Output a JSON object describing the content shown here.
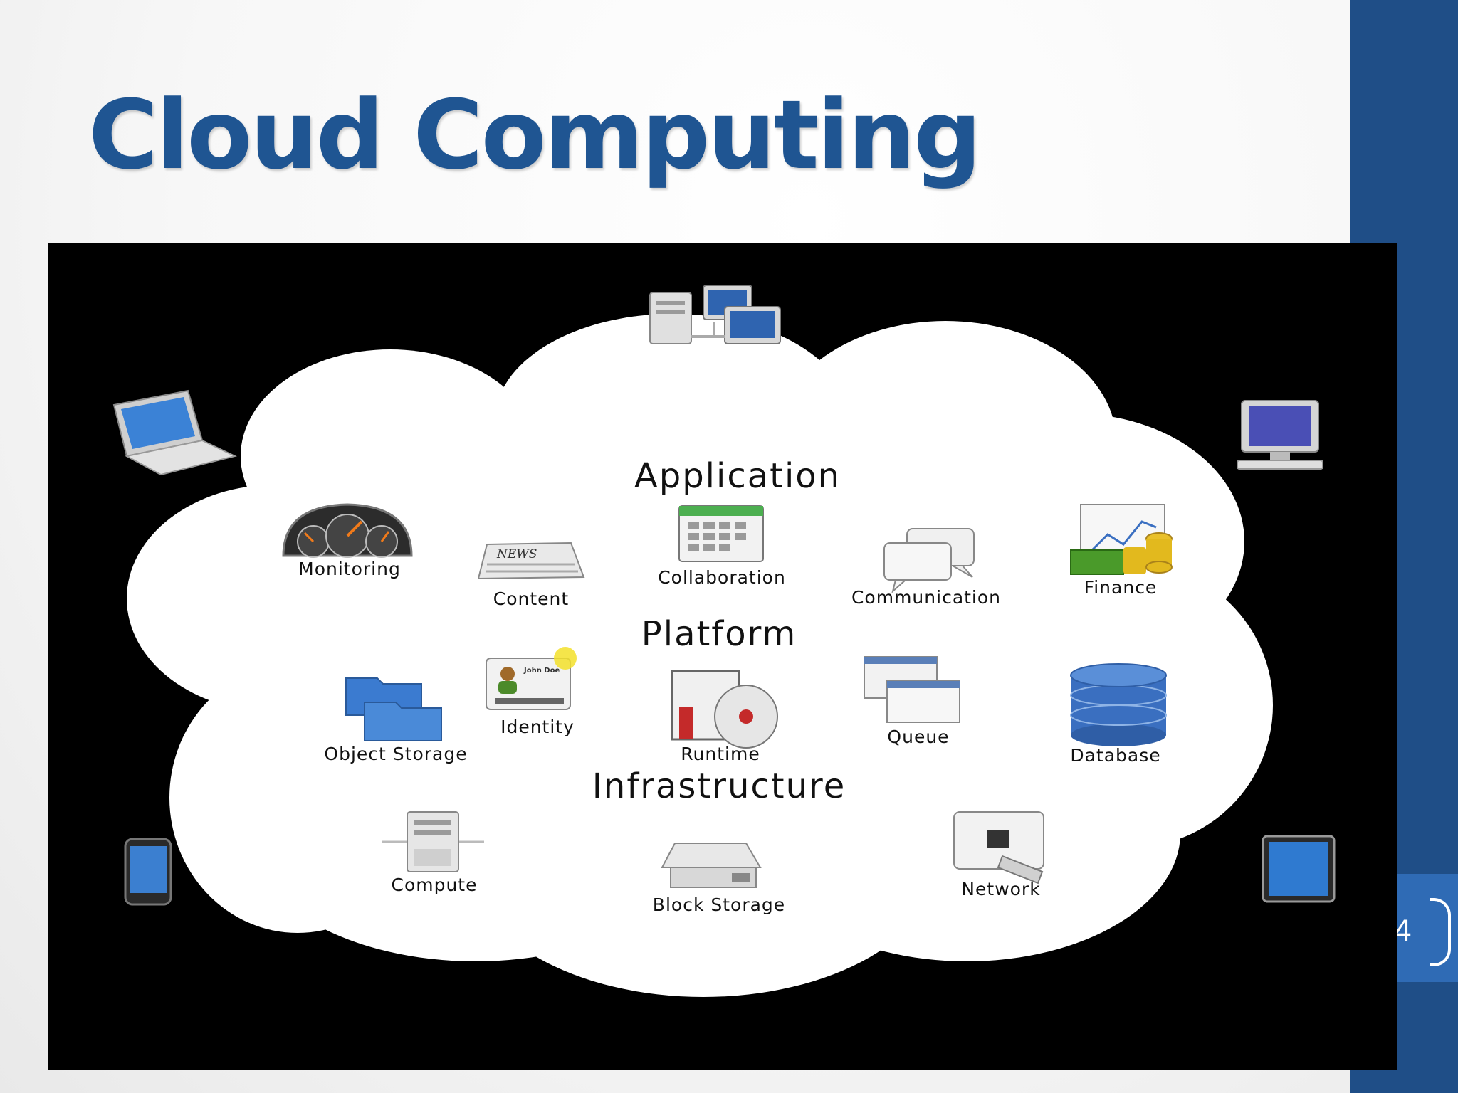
{
  "slide": {
    "title": "Cloud Computing",
    "page_number": "4",
    "colors": {
      "title": "#1f5592",
      "side_bar": "#1f4e87",
      "page_tab": "#2f6bb5",
      "diagram_bg": "#000000",
      "cloud": "#ffffff"
    }
  },
  "diagram": {
    "layers": {
      "application": "Application",
      "platform": "Platform",
      "infrastructure": "Infrastructure"
    },
    "components": {
      "monitoring": "Monitoring",
      "content": "Content",
      "collaboration": "Collaboration",
      "communication": "Communication",
      "finance": "Finance",
      "identity": "Identity",
      "object_storage": "Object Storage",
      "runtime": "Runtime",
      "queue": "Queue",
      "database": "Database",
      "compute": "Compute",
      "block_storage": "Block Storage",
      "network": "Network"
    },
    "icon_text": {
      "news": "NEWS",
      "id_name": "John Doe"
    },
    "devices": [
      "server-workstations-icon",
      "laptop-icon",
      "desktop-monitor-icon",
      "smartphone-icon",
      "tablet-icon"
    ]
  }
}
